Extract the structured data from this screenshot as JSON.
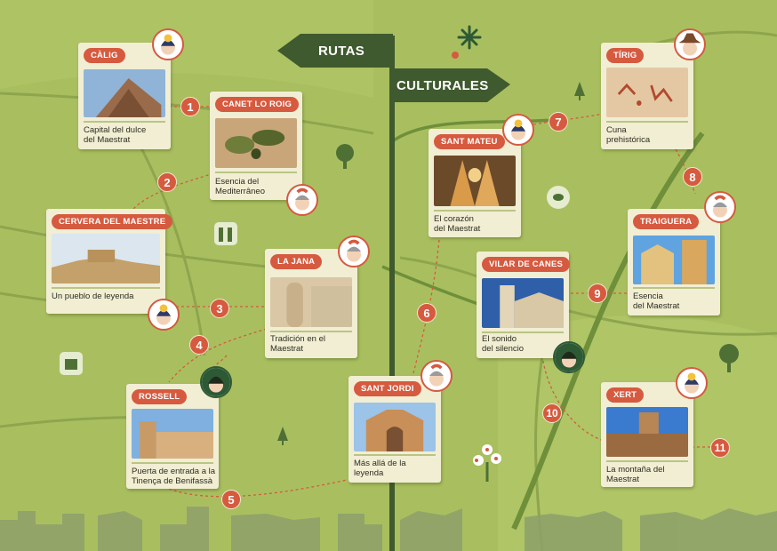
{
  "signpost": {
    "left_label": "RUTAS",
    "right_label": "CULTURALES"
  },
  "colors": {
    "background": "#a9bf5f",
    "card": "#f1eed4",
    "accent": "#d65a3f",
    "sign": "#3f5a2e",
    "road": "#6f8f3a"
  },
  "places": [
    {
      "id": "calig",
      "name": "CÀLIG",
      "desc": "Capital del dulce\ndel Maestrat"
    },
    {
      "id": "canet",
      "name": "CANET LO ROIG",
      "desc": "Esencia del\nMediterrâneo"
    },
    {
      "id": "cervera",
      "name": "CERVERA DEL MAESTRE",
      "desc": "Un pueblo de leyenda"
    },
    {
      "id": "lajana",
      "name": "LA JANA",
      "desc": "Tradición en el\nMaestrat"
    },
    {
      "id": "rossell",
      "name": "ROSSELL",
      "desc": "Puerta de entrada a la\nTinença de Benifassà"
    },
    {
      "id": "santjordi",
      "name": "SANT JORDI",
      "desc": "Más allá de la\nleyenda"
    },
    {
      "id": "santmateu",
      "name": "SANT MATEU",
      "desc": "El corazón\ndel Maestrat"
    },
    {
      "id": "vilar",
      "name": "VILAR DE CANES",
      "desc": "El sonido\ndel silencio"
    },
    {
      "id": "tirig",
      "name": "TÍRIG",
      "desc": "Cuna\nprehistórica"
    },
    {
      "id": "traiguera",
      "name": "TRAIGUERA",
      "desc": "Esencia\ndel Maestrat"
    },
    {
      "id": "xert",
      "name": "XERT",
      "desc": "La montaña del\nMaestrat"
    }
  ],
  "route_numbers": [
    "1",
    "2",
    "3",
    "4",
    "5",
    "6",
    "7",
    "8",
    "9",
    "10",
    "11"
  ]
}
